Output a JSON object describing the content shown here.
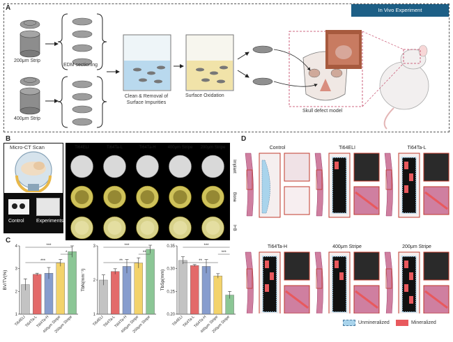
{
  "panel_a": {
    "letter": "A",
    "banner": "In Vivo Experiment",
    "strip1": "200μm Strip",
    "strip2": "400μm Strip",
    "step_edm": "EDM sectioning",
    "step_clean": "Clean & Removal of Surface Impurities",
    "step_ox": "Surface Oxidation",
    "skull_label": "Skull defect model"
  },
  "panel_b": {
    "letter": "B",
    "scan_title": "Micro-CT Scan",
    "control": "Control",
    "experiments": "Experiments",
    "columns": [
      "Ti64ELI",
      "Ti64Ta-L",
      "Ti64Ta-H",
      "400μm Stripe",
      "200μm Stripe"
    ],
    "rows": [
      "Implant",
      "Bone",
      "I+B"
    ]
  },
  "panel_c": {
    "letter": "C",
    "categories": [
      "Ti64ELI",
      "Ti64Ta-L",
      "Ti64Ta-H",
      "400μm Stripe",
      "200μm Stripe"
    ],
    "colors": [
      "#bdbdbd",
      "#e05a5a",
      "#7b93c9",
      "#f2cf5b",
      "#7fc08a"
    ]
  },
  "chart_data": [
    {
      "type": "bar",
      "ylabel": "BV/TV(%)",
      "ylim": [
        1,
        4
      ],
      "yticks": [
        "1",
        "2",
        "3",
        "4"
      ],
      "categories": [
        "Ti64ELI",
        "Ti64Ta-L",
        "Ti64Ta-H",
        "400μm Stripe",
        "200μm Stripe"
      ],
      "values": [
        2.3,
        2.75,
        2.8,
        3.25,
        3.75
      ],
      "errors": [
        0.25,
        0.05,
        0.25,
        0.15,
        0.25
      ],
      "significance": [
        "***",
        "***",
        "*"
      ]
    },
    {
      "type": "bar",
      "ylabel": "TbN(mm⁻¹)",
      "ylim": [
        1,
        3
      ],
      "yticks": [
        "1",
        "2",
        "3"
      ],
      "categories": [
        "Ti64ELI",
        "Ti64Ta-L",
        "Ti64Ta-H",
        "400μm Stripe",
        "200μm Stripe"
      ],
      "values": [
        2.0,
        2.25,
        2.4,
        2.5,
        2.9
      ],
      "errors": [
        0.15,
        0.08,
        0.2,
        0.15,
        0.12
      ],
      "significance": [
        "***",
        "**",
        "**"
      ]
    },
    {
      "type": "bar",
      "ylabel": "TbSp(mm)",
      "ylim": [
        0.2,
        0.35
      ],
      "yticks": [
        "0.20",
        "0.25",
        "0.30",
        "0.35"
      ],
      "categories": [
        "Ti64ELI",
        "Ti64Ta-L",
        "Ti64Ta-H",
        "400μm Stripe",
        "200μm Stripe"
      ],
      "values": [
        0.318,
        0.307,
        0.305,
        0.284,
        0.242
      ],
      "errors": [
        0.008,
        0.002,
        0.015,
        0.005,
        0.008
      ],
      "significance": [
        "***",
        "**",
        "***"
      ]
    }
  ],
  "panel_d": {
    "letter": "D",
    "titles": [
      "Control",
      "Ti64ELI",
      "Ti64Ta-L",
      "Ti64Ta-H",
      "400μm Stripe",
      "200μm Stripe"
    ],
    "legend_unmin": "Unmineralized",
    "legend_min": "Mineralized",
    "color_unmin": "#a9d4ec",
    "color_min": "#e8595d"
  }
}
